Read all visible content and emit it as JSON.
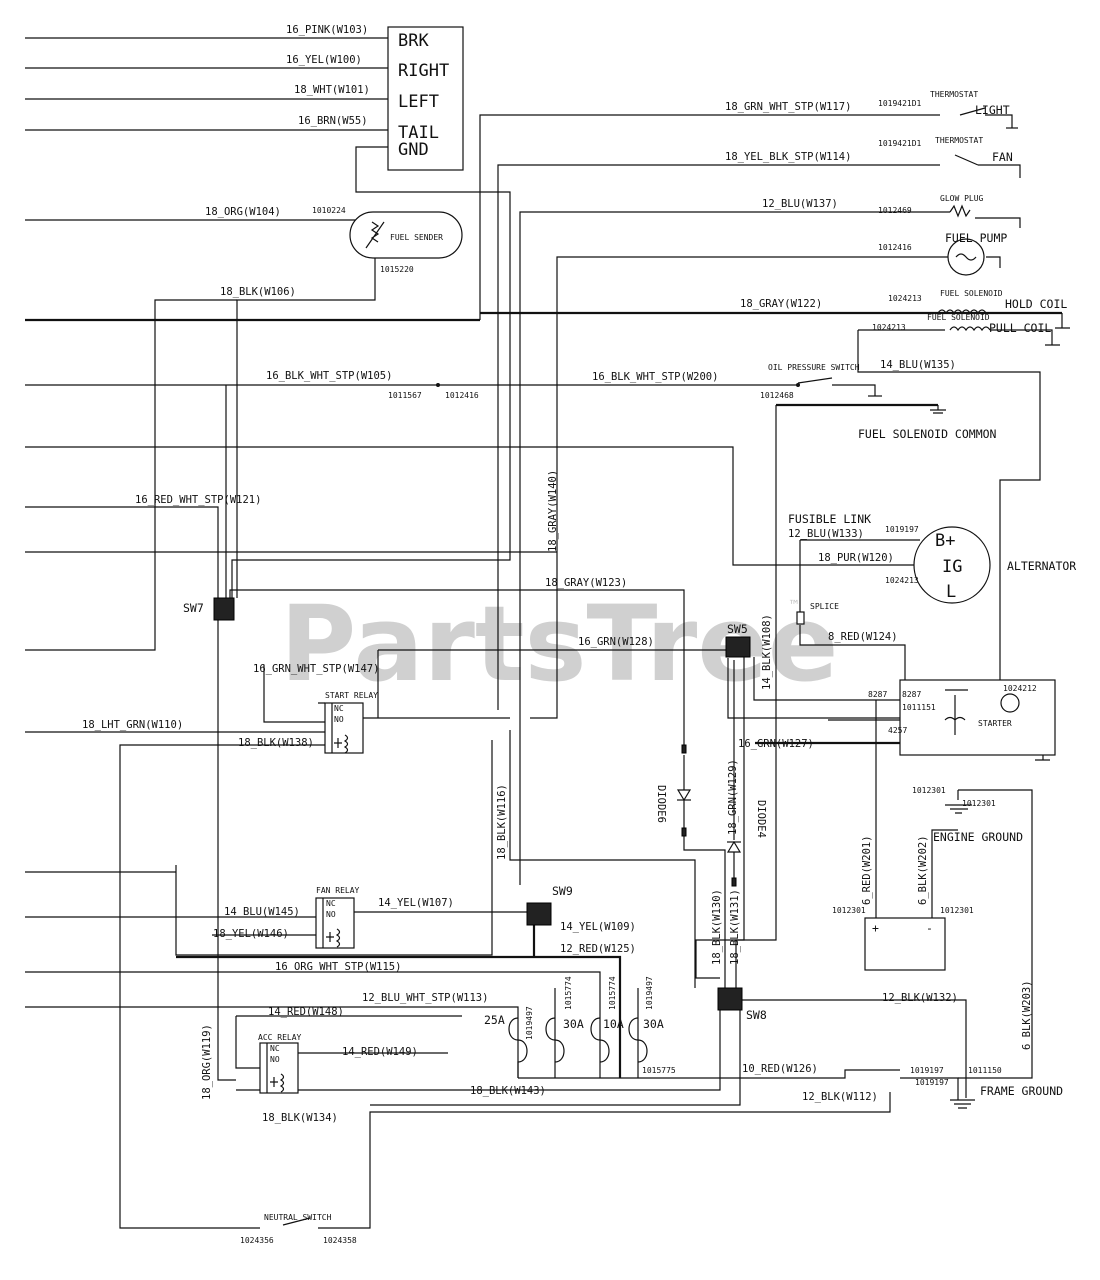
{
  "watermark": "PartsTree",
  "watermark_tm": "™",
  "light_box": {
    "lines": [
      "BRK",
      "RIGHT",
      "LEFT",
      "TAIL",
      "GND"
    ]
  },
  "components": {
    "fuel_sender": "FUEL SENDER",
    "thermostat_1": "THERMOSTAT",
    "thermostat_2": "THERMOSTAT",
    "light": "LIGHT",
    "fan": "FAN",
    "glow_plug": "GLOW PLUG",
    "fuel_pump": "FUEL PUMP",
    "fuel_solenoid_1": "FUEL SOLENOID",
    "fuel_solenoid_2": "FUEL SOLENOID",
    "hold_coil": "HOLD COIL",
    "pull_coil": "PULL COIL",
    "oil_pressure_switch": "OIL PRESSURE SWITCH",
    "fuel_solenoid_common": "FUEL SOLENOID COMMON",
    "fusible_link": "FUSIBLE LINK",
    "alternator": "ALTERNATOR",
    "alt_b": "B+",
    "alt_ig": "IG",
    "alt_l": "L",
    "splice": "SPLICE",
    "starter": "STARTER",
    "start_relay": "START RELAY",
    "fan_relay": "FAN RELAY",
    "acc_relay": "ACC RELAY",
    "nc": "NC",
    "no": "NO",
    "engine_ground": "ENGINE GROUND",
    "frame_ground": "FRAME GROUND",
    "neutral_switch": "NEUTRAL SWITCH",
    "diode6": "DIODE6",
    "diode4": "DIODE4",
    "sw7": "SW7",
    "sw5": "SW5",
    "sw9": "SW9",
    "sw8": "SW8",
    "plus": "+",
    "minus": "-"
  },
  "fuses": [
    "25A",
    "30A",
    "10A",
    "30A"
  ],
  "part_numbers": {
    "p1": "1019421D1",
    "p2": "1019421D1",
    "p3": "1012469",
    "p4": "1012416",
    "p5": "1010224",
    "p6": "1015220",
    "p7": "1024213",
    "p8": "1024213",
    "p9": "1011567",
    "p10": "1012416",
    "p11": "1012468",
    "p12": "1019197",
    "p13": "1024213",
    "p14": "8287",
    "p15": "8287",
    "p16": "1011151",
    "p17": "4257",
    "p18": "1024212",
    "p19": "1012301",
    "p20": "1012301",
    "p21": "1012301",
    "p22": "1012301",
    "p23": "1019497",
    "p24": "1015774",
    "p25": "1015774",
    "p26": "1019497",
    "p27": "1015775",
    "p28": "1019197",
    "p29": "1019197",
    "p30": "1011150",
    "p31": "1024356",
    "p32": "1024358"
  },
  "wires": {
    "w103": "16_PINK(W103)",
    "w100": "16_YEL(W100)",
    "w101": "18_WHT(W101)",
    "w55": "16_BRN(W55)",
    "w117": "18_GRN_WHT_STP(W117)",
    "w114": "18_YEL_BLK_STP(W114)",
    "w137": "12_BLU(W137)",
    "w104": "18_ORG(W104)",
    "w106": "18_BLK(W106)",
    "w122": "18_GRAY(W122)",
    "w135": "14_BLU(W135)",
    "w105": "16_BLK_WHT_STP(W105)",
    "w200": "16_BLK_WHT_STP(W200)",
    "w140": "18_GRAY(W140)",
    "w121": "16_RED_WHT_STP(W121)",
    "w133": "12_BLU(W133)",
    "w120": "18_PUR(W120)",
    "w123": "18_GRAY(W123)",
    "w128": "16_GRN(W128)",
    "w124": "8_RED(W124)",
    "w108": "14_BLK(W108)",
    "w147": "16_GRN_WHT_STP(W147)",
    "w110": "18_LHT_GRN(W110)",
    "w138": "18_BLK(W138)",
    "w127": "16_GRN(W127)",
    "w116": "18_BLK(W116)",
    "w129": "18_GRN(W129)",
    "w201": "6_RED(W201)",
    "w202": "6_BLK(W202)",
    "w145": "14_BLU(W145)",
    "w107": "14_YEL(W107)",
    "w146": "18_YEL(W146)",
    "w109": "14_YEL(W109)",
    "w130": "18_BLK(W130)",
    "w131": "18_BLK(W131)",
    "w125": "12_RED(W125)",
    "w115": "16_ORG_WHT_STP(W115)",
    "w113": "12_BLU_WHT_STP(W113)",
    "w132": "12_BLK(W132)",
    "w148": "14_RED(W148)",
    "w203": "6_BLK(W203)",
    "w149": "14_RED(W149)",
    "w119": "18_ORG(W119)",
    "w126": "10_RED(W126)",
    "w143": "18_BLK(W143)",
    "w112": "12_BLK(W112)",
    "w134": "18_BLK(W134)"
  }
}
